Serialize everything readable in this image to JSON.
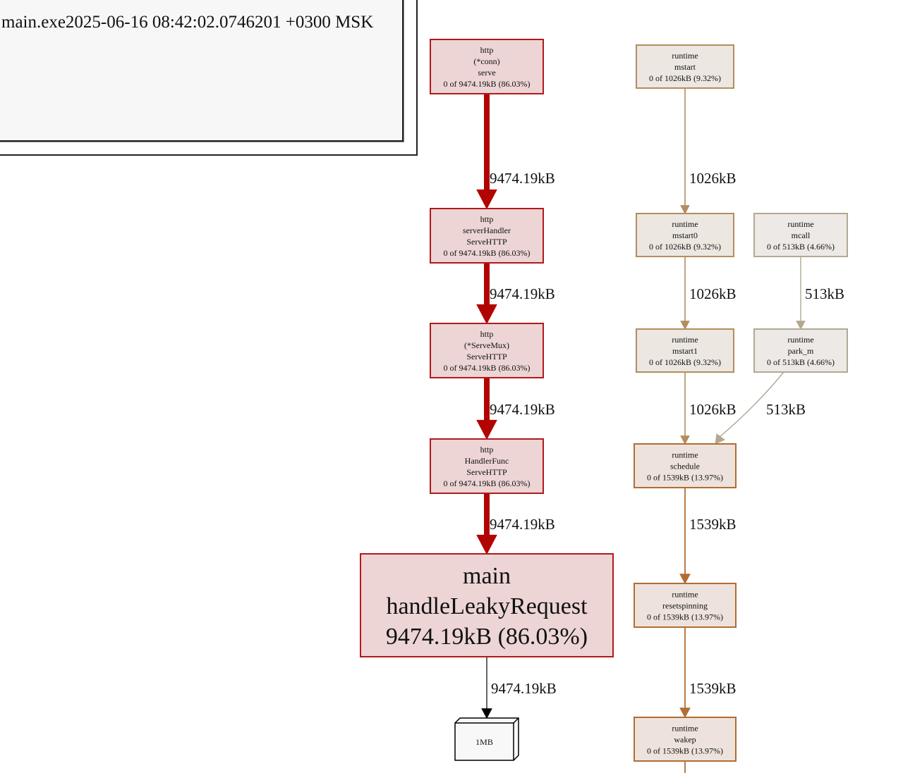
{
  "legend": {
    "text": "main.exe2025-06-16 08:42:02.0746201 +0300 MSK"
  },
  "colors": {
    "hot_edge": "#b20400",
    "hot_node_fill": "#edd5d5",
    "hot_node_border": "#b2191c",
    "mstart_edge": "#b28e5e",
    "mstart_node_fill": "#ede7e1",
    "mstart_node_border": "#b28e5e",
    "mcall_edge": "#b2a892",
    "mcall_node_fill": "#ede9e6",
    "mcall_node_border": "#b2a892",
    "sched_edge": "#b26d33",
    "sched_node_fill": "#ede3dc",
    "sched_node_border": "#b26d33",
    "leaf_edge": "#000000",
    "leaf_fill": "#f8f8f8"
  },
  "nodes": [
    {
      "id": "http_conn_serve",
      "lines": [
        "http",
        "(*conn)",
        "serve",
        "0 of 9474.19kB (86.03%)"
      ],
      "group": "hot",
      "size": "small"
    },
    {
      "id": "http_serverHandler_ServeHTTP",
      "lines": [
        "http",
        "serverHandler",
        "ServeHTTP",
        "0 of 9474.19kB (86.03%)"
      ],
      "group": "hot",
      "size": "small"
    },
    {
      "id": "http_ServeMux_ServeHTTP",
      "lines": [
        "http",
        "(*ServeMux)",
        "ServeHTTP",
        "0 of 9474.19kB (86.03%)"
      ],
      "group": "hot",
      "size": "small"
    },
    {
      "id": "http_HandlerFunc_ServeHTTP",
      "lines": [
        "http",
        "HandlerFunc",
        "ServeHTTP",
        "0 of 9474.19kB (86.03%)"
      ],
      "group": "hot",
      "size": "small"
    },
    {
      "id": "main_handleLeakyRequest",
      "lines": [
        "main",
        "handleLeakyRequest",
        "9474.19kB (86.03%)"
      ],
      "group": "hot",
      "size": "large"
    },
    {
      "id": "leaf_1MB",
      "lines": [
        "1MB"
      ],
      "group": "leaf",
      "size": "box3d"
    },
    {
      "id": "runtime_mstart",
      "lines": [
        "runtime",
        "mstart",
        "0 of 1026kB (9.32%)"
      ],
      "group": "mstart",
      "size": "small"
    },
    {
      "id": "runtime_mstart0",
      "lines": [
        "runtime",
        "mstart0",
        "0 of 1026kB (9.32%)"
      ],
      "group": "mstart",
      "size": "small"
    },
    {
      "id": "runtime_mstart1",
      "lines": [
        "runtime",
        "mstart1",
        "0 of 1026kB (9.32%)"
      ],
      "group": "mstart",
      "size": "small"
    },
    {
      "id": "runtime_mcall",
      "lines": [
        "runtime",
        "mcall",
        "0 of 513kB (4.66%)"
      ],
      "group": "mcall",
      "size": "small"
    },
    {
      "id": "runtime_park_m",
      "lines": [
        "runtime",
        "park_m",
        "0 of 513kB (4.66%)"
      ],
      "group": "mcall",
      "size": "small"
    },
    {
      "id": "runtime_schedule",
      "lines": [
        "runtime",
        "schedule",
        "0 of 1539kB (13.97%)"
      ],
      "group": "sched",
      "size": "small"
    },
    {
      "id": "runtime_resetspinning",
      "lines": [
        "runtime",
        "resetspinning",
        "0 of 1539kB (13.97%)"
      ],
      "group": "sched",
      "size": "small"
    },
    {
      "id": "runtime_wakep",
      "lines": [
        "runtime",
        "wakep",
        "0 of 1539kB (13.97%)"
      ],
      "group": "sched",
      "size": "small"
    }
  ],
  "edges": [
    {
      "from": "http_conn_serve",
      "to": "http_serverHandler_ServeHTTP",
      "label": "9474.19kB",
      "group": "hot"
    },
    {
      "from": "http_serverHandler_ServeHTTP",
      "to": "http_ServeMux_ServeHTTP",
      "label": "9474.19kB",
      "group": "hot"
    },
    {
      "from": "http_ServeMux_ServeHTTP",
      "to": "http_HandlerFunc_ServeHTTP",
      "label": "9474.19kB",
      "group": "hot"
    },
    {
      "from": "http_HandlerFunc_ServeHTTP",
      "to": "main_handleLeakyRequest",
      "label": "9474.19kB",
      "group": "hot"
    },
    {
      "from": "main_handleLeakyRequest",
      "to": "leaf_1MB",
      "label": "9474.19kB",
      "group": "leaf"
    },
    {
      "from": "runtime_mstart",
      "to": "runtime_mstart0",
      "label": "1026kB",
      "group": "mstart"
    },
    {
      "from": "runtime_mstart0",
      "to": "runtime_mstart1",
      "label": "1026kB",
      "group": "mstart"
    },
    {
      "from": "runtime_mstart1",
      "to": "runtime_schedule",
      "label": "1026kB",
      "group": "mstart"
    },
    {
      "from": "runtime_mcall",
      "to": "runtime_park_m",
      "label": "513kB",
      "group": "mcall"
    },
    {
      "from": "runtime_park_m",
      "to": "runtime_schedule",
      "label": "513kB",
      "group": "mcall"
    },
    {
      "from": "runtime_schedule",
      "to": "runtime_resetspinning",
      "label": "1539kB",
      "group": "sched"
    },
    {
      "from": "runtime_resetspinning",
      "to": "runtime_wakep",
      "label": "1539kB",
      "group": "sched"
    },
    {
      "from": "runtime_wakep",
      "to": "",
      "label": "",
      "group": "sched"
    }
  ]
}
